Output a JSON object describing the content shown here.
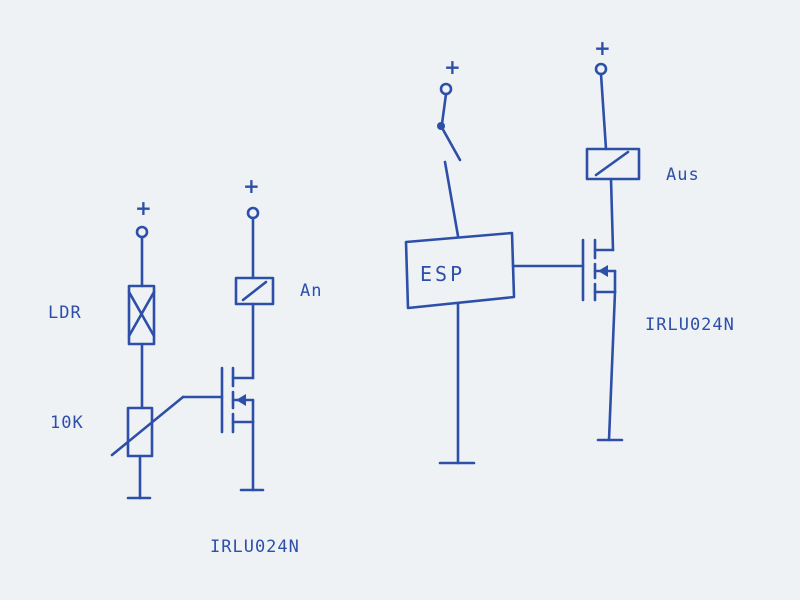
{
  "circuit_left": {
    "supply_ldr": "+",
    "supply_relay": "+",
    "ldr_label": "LDR",
    "resistor_label": "10K",
    "relay_label": "An",
    "mosfet_label": "IRLU024N"
  },
  "circuit_right": {
    "supply_switch": "+",
    "supply_relay": "+",
    "esp_label": "ESP",
    "relay_label": "Aus",
    "mosfet_label": "IRLU024N"
  },
  "colors": {
    "paper": "#eef2f5",
    "ink": "#2d4fa8"
  }
}
